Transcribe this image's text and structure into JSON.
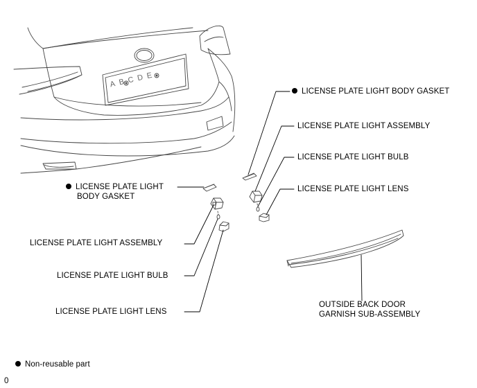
{
  "callouts": {
    "right_gasket": {
      "text": "LICENSE PLATE LIGHT BODY GASKET",
      "non_reusable": true
    },
    "right_assembly": {
      "text": "LICENSE PLATE LIGHT ASSEMBLY"
    },
    "right_bulb": {
      "text": "LICENSE PLATE LIGHT BULB"
    },
    "right_lens": {
      "text": "LICENSE PLATE LIGHT LENS"
    },
    "left_gasket": {
      "line1": "LICENSE PLATE LIGHT",
      "line2": "BODY GASKET",
      "non_reusable": true
    },
    "left_assembly": {
      "text": "LICENSE PLATE LIGHT ASSEMBLY"
    },
    "left_bulb": {
      "text": "LICENSE PLATE LIGHT BULB"
    },
    "left_lens": {
      "text": "LICENSE PLATE LIGHT LENS"
    },
    "garnish": {
      "line1": "OUTSIDE BACK DOOR",
      "line2": "GARNISH SUB-ASSEMBLY"
    }
  },
  "legend": {
    "text": "Non-reusable part"
  },
  "footer": {
    "code": "0"
  },
  "plate": {
    "text": "ABCDE"
  }
}
